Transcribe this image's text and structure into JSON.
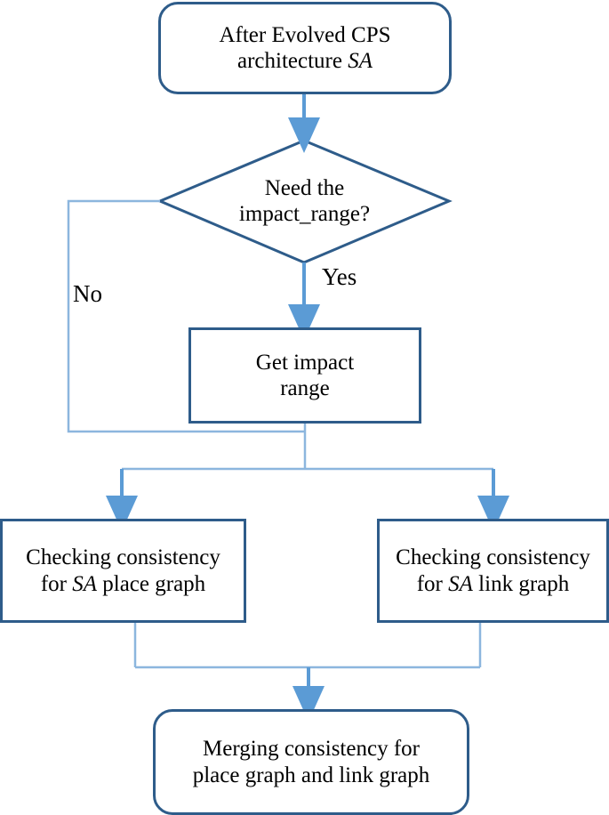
{
  "diagram": {
    "title": "CPS evolution consistency checking flowchart",
    "type": "flowchart",
    "colors": {
      "node_border": "#2E5C8A",
      "connector": "#5B9BD5",
      "node_fill": "#FFFFFF",
      "text": "#000000"
    }
  },
  "nodes": {
    "start": {
      "shape": "rounded-rectangle",
      "line1": "After Evolved CPS",
      "line2_prefix": "architecture ",
      "line2_italic": "SA"
    },
    "decision": {
      "shape": "diamond",
      "line1": "Need the",
      "line2": "impact_range?"
    },
    "get_range": {
      "shape": "rectangle",
      "line1": "Get impact",
      "line2": "range"
    },
    "check_place": {
      "shape": "rectangle",
      "line1": "Checking consistency",
      "line2_prefix": "for ",
      "line2_italic": "SA",
      "line2_suffix": " place graph"
    },
    "check_link": {
      "shape": "rectangle",
      "line1": "Checking consistency",
      "line2_prefix": "for ",
      "line2_italic": "SA",
      "line2_suffix": " link graph"
    },
    "merge": {
      "shape": "rounded-rectangle",
      "line1": "Merging consistency for",
      "line2": "place graph and link graph"
    }
  },
  "edge_labels": {
    "no": "No",
    "yes": "Yes"
  }
}
